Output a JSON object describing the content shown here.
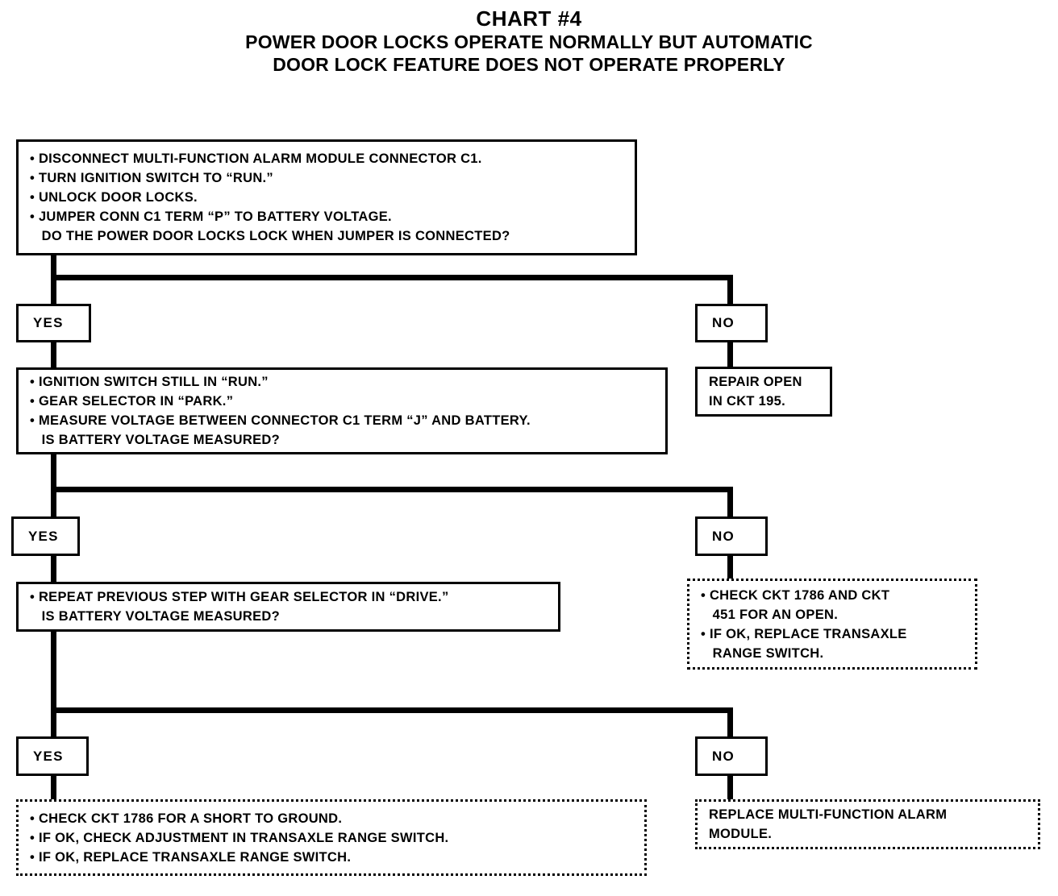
{
  "chart": {
    "title": "CHART #4",
    "subtitle_line1": "POWER DOOR LOCKS OPERATE NORMALLY BUT AUTOMATIC",
    "subtitle_line2": "DOOR LOCK FEATURE DOES NOT OPERATE PROPERLY"
  },
  "nodes": {
    "step1": {
      "id": "step1",
      "style": "solid",
      "text": "• DISCONNECT MULTI-FUNCTION ALARM MODULE CONNECTOR C1.\n• TURN IGNITION SWITCH TO “RUN.”\n• UNLOCK DOOR LOCKS.\n• JUMPER CONN C1 TERM “P” TO BATTERY VOLTAGE.\n   DO THE POWER DOOR LOCKS LOCK WHEN JUMPER IS CONNECTED?"
    },
    "step2": {
      "id": "step2",
      "style": "solid",
      "text": "• IGNITION SWITCH STILL IN “RUN.”\n• GEAR SELECTOR IN “PARK.”\n• MEASURE VOLTAGE BETWEEN CONNECTOR C1 TERM “J” AND BATTERY.\n   IS BATTERY VOLTAGE MEASURED?"
    },
    "step3": {
      "id": "step3",
      "style": "solid",
      "text": "• REPEAT PREVIOUS STEP WITH GEAR SELECTOR IN “DRIVE.”\n   IS BATTERY VOLTAGE MEASURED?"
    },
    "repair_open": {
      "id": "repair_open",
      "style": "solid",
      "text": "REPAIR OPEN\nIN CKT 195."
    },
    "check_open": {
      "id": "check_open",
      "style": "dashed",
      "text": "• CHECK CKT 1786 AND CKT\n   451 FOR AN OPEN.\n• IF OK, REPLACE TRANSAXLE\n   RANGE SWITCH."
    },
    "check_short": {
      "id": "check_short",
      "style": "dashed",
      "text": "• CHECK CKT 1786 FOR A SHORT TO GROUND.\n• IF OK, CHECK ADJUSTMENT IN TRANSAXLE RANGE SWITCH.\n• IF OK, REPLACE TRANSAXLE RANGE SWITCH."
    },
    "replace_module": {
      "id": "replace_module",
      "style": "dashed",
      "text": "REPLACE MULTI-FUNCTION ALARM\nMODULE."
    }
  },
  "answers": {
    "yes1": "YES",
    "no1": "NO",
    "yes2": "YES",
    "no2": "NO",
    "yes3": "YES",
    "no3": "NO"
  },
  "chart_data": {
    "type": "table",
    "title": "CHART #4 — POWER DOOR LOCKS OPERATE NORMALLY BUT AUTOMATIC DOOR LOCK FEATURE DOES NOT OPERATE PROPERLY",
    "flow": [
      {
        "step": 1,
        "kind": "decision",
        "prompt": "DO THE POWER DOOR LOCKS LOCK WHEN JUMPER IS CONNECTED?",
        "yes": "step2",
        "no": "repair_open"
      },
      {
        "step": 2,
        "kind": "decision",
        "prompt": "IS BATTERY VOLTAGE MEASURED?",
        "yes": "step3",
        "no": "check_open"
      },
      {
        "step": 3,
        "kind": "decision",
        "prompt": "IS BATTERY VOLTAGE MEASURED?",
        "yes": "check_short",
        "no": "replace_module"
      }
    ],
    "terminals": [
      "repair_open",
      "check_open",
      "check_short",
      "replace_module"
    ]
  }
}
